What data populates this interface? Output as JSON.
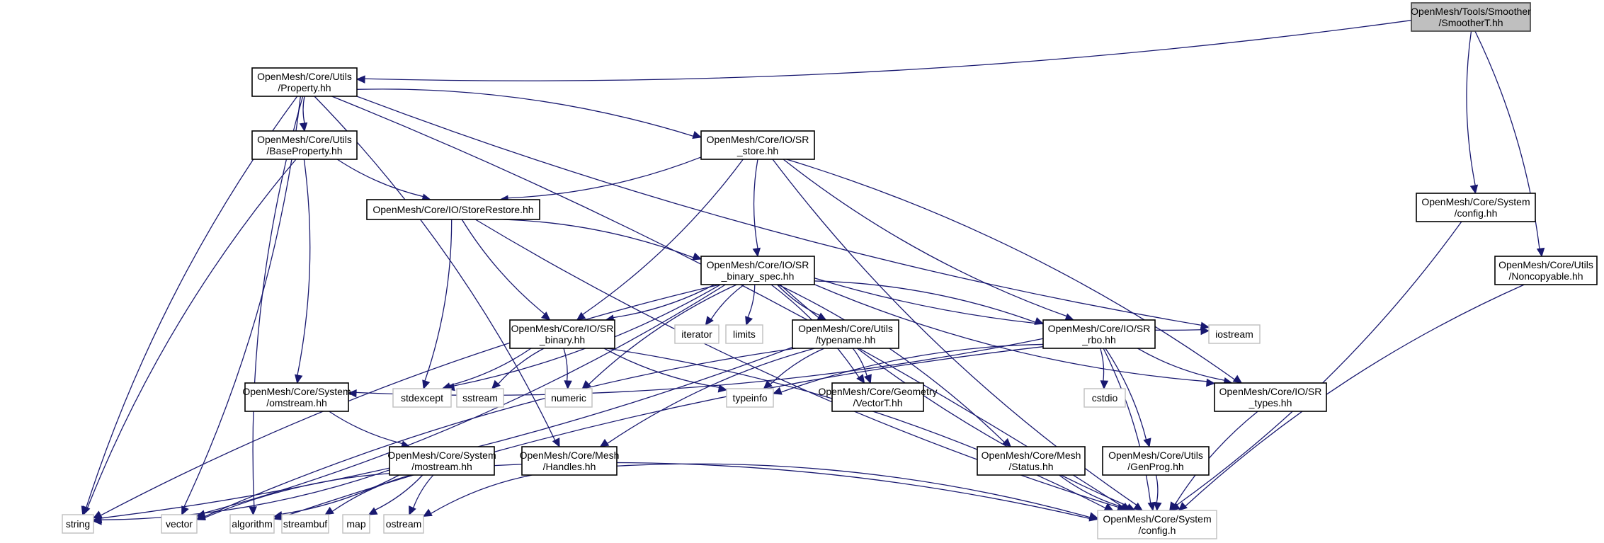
{
  "graph": {
    "title": "Include dependency graph for OpenMesh/Tools/Smoother/SmootherT.hh",
    "colors": {
      "edge": "#191970",
      "root_fill": "#bfbfbf",
      "node_border": "#000000",
      "external_border": "#bfbfbf"
    },
    "nodes": [
      {
        "id": "smoother",
        "lines": [
          "OpenMesh/Tools/Smoother",
          "/SmootherT.hh"
        ],
        "kind": "root"
      },
      {
        "id": "property",
        "lines": [
          "OpenMesh/Core/Utils",
          "/Property.hh"
        ],
        "kind": "documented"
      },
      {
        "id": "baseproperty",
        "lines": [
          "OpenMesh/Core/Utils",
          "/BaseProperty.hh"
        ],
        "kind": "documented"
      },
      {
        "id": "sr_store",
        "lines": [
          "OpenMesh/Core/IO/SR",
          "_store.hh"
        ],
        "kind": "documented"
      },
      {
        "id": "storerestore",
        "lines": [
          "OpenMesh/Core/IO/StoreRestore.hh"
        ],
        "kind": "documented"
      },
      {
        "id": "sr_binary_spec",
        "lines": [
          "OpenMesh/Core/IO/SR",
          "_binary_spec.hh"
        ],
        "kind": "documented"
      },
      {
        "id": "config_hh",
        "lines": [
          "OpenMesh/Core/System",
          "/config.hh"
        ],
        "kind": "documented"
      },
      {
        "id": "noncopyable",
        "lines": [
          "OpenMesh/Core/Utils",
          "/Noncopyable.hh"
        ],
        "kind": "documented"
      },
      {
        "id": "sr_binary",
        "lines": [
          "OpenMesh/Core/IO/SR",
          "_binary.hh"
        ],
        "kind": "documented"
      },
      {
        "id": "iterator",
        "lines": [
          "iterator"
        ],
        "kind": "external"
      },
      {
        "id": "limits",
        "lines": [
          "limits"
        ],
        "kind": "external"
      },
      {
        "id": "typename",
        "lines": [
          "OpenMesh/Core/Utils",
          "/typename.hh"
        ],
        "kind": "documented"
      },
      {
        "id": "sr_rbo",
        "lines": [
          "OpenMesh/Core/IO/SR",
          "_rbo.hh"
        ],
        "kind": "documented"
      },
      {
        "id": "iostream",
        "lines": [
          "iostream"
        ],
        "kind": "external"
      },
      {
        "id": "omstream",
        "lines": [
          "OpenMesh/Core/System",
          "/omstream.hh"
        ],
        "kind": "documented"
      },
      {
        "id": "stdexcept",
        "lines": [
          "stdexcept"
        ],
        "kind": "external"
      },
      {
        "id": "sstream",
        "lines": [
          "sstream"
        ],
        "kind": "external"
      },
      {
        "id": "numeric",
        "lines": [
          "numeric"
        ],
        "kind": "external"
      },
      {
        "id": "typeinfo",
        "lines": [
          "typeinfo"
        ],
        "kind": "external"
      },
      {
        "id": "vectort",
        "lines": [
          "OpenMesh/Core/Geometry",
          "/VectorT.hh"
        ],
        "kind": "documented"
      },
      {
        "id": "cstdio",
        "lines": [
          "cstdio"
        ],
        "kind": "external"
      },
      {
        "id": "sr_types",
        "lines": [
          "OpenMesh/Core/IO/SR",
          "_types.hh"
        ],
        "kind": "documented"
      },
      {
        "id": "mostream",
        "lines": [
          "OpenMesh/Core/System",
          "/mostream.hh"
        ],
        "kind": "documented"
      },
      {
        "id": "handles",
        "lines": [
          "OpenMesh/Core/Mesh",
          "/Handles.hh"
        ],
        "kind": "documented"
      },
      {
        "id": "status",
        "lines": [
          "OpenMesh/Core/Mesh",
          "/Status.hh"
        ],
        "kind": "documented"
      },
      {
        "id": "genprog",
        "lines": [
          "OpenMesh/Core/Utils",
          "/GenProg.hh"
        ],
        "kind": "documented"
      },
      {
        "id": "string",
        "lines": [
          "string"
        ],
        "kind": "external"
      },
      {
        "id": "vector",
        "lines": [
          "vector"
        ],
        "kind": "external"
      },
      {
        "id": "algorithm",
        "lines": [
          "algorithm"
        ],
        "kind": "external"
      },
      {
        "id": "streambuf",
        "lines": [
          "streambuf"
        ],
        "kind": "external"
      },
      {
        "id": "map",
        "lines": [
          "map"
        ],
        "kind": "external"
      },
      {
        "id": "ostream",
        "lines": [
          "ostream"
        ],
        "kind": "external"
      },
      {
        "id": "config_h",
        "lines": [
          "OpenMesh/Core/System",
          "/config.h"
        ],
        "kind": "external"
      }
    ],
    "edges": [
      [
        "smoother",
        "property"
      ],
      [
        "smoother",
        "config_hh"
      ],
      [
        "smoother",
        "noncopyable"
      ],
      [
        "property",
        "baseproperty"
      ],
      [
        "property",
        "sr_store"
      ],
      [
        "property",
        "string"
      ],
      [
        "property",
        "vector"
      ],
      [
        "property",
        "algorithm"
      ],
      [
        "property",
        "handles"
      ],
      [
        "property",
        "iostream"
      ],
      [
        "property",
        "config_h"
      ],
      [
        "baseproperty",
        "storerestore"
      ],
      [
        "baseproperty",
        "omstream"
      ],
      [
        "baseproperty",
        "string"
      ],
      [
        "sr_store",
        "storerestore"
      ],
      [
        "sr_store",
        "sr_binary_spec"
      ],
      [
        "sr_store",
        "sr_binary"
      ],
      [
        "sr_store",
        "sr_rbo"
      ],
      [
        "sr_store",
        "sr_types"
      ],
      [
        "sr_store",
        "config_h"
      ],
      [
        "storerestore",
        "sr_binary_spec"
      ],
      [
        "storerestore",
        "sr_binary"
      ],
      [
        "storerestore",
        "stdexcept"
      ],
      [
        "storerestore",
        "config_h"
      ],
      [
        "sr_binary_spec",
        "sr_binary"
      ],
      [
        "sr_binary_spec",
        "iterator"
      ],
      [
        "sr_binary_spec",
        "limits"
      ],
      [
        "sr_binary_spec",
        "typename"
      ],
      [
        "sr_binary_spec",
        "sr_rbo"
      ],
      [
        "sr_binary_spec",
        "iostream"
      ],
      [
        "sr_binary_spec",
        "stdexcept"
      ],
      [
        "sr_binary_spec",
        "numeric"
      ],
      [
        "sr_binary_spec",
        "vectort"
      ],
      [
        "sr_binary_spec",
        "sr_types"
      ],
      [
        "sr_binary_spec",
        "status"
      ],
      [
        "sr_binary_spec",
        "string"
      ],
      [
        "sr_binary_spec",
        "vector"
      ],
      [
        "sr_binary_spec",
        "config_h"
      ],
      [
        "config_hh",
        "config_h"
      ],
      [
        "noncopyable",
        "config_h"
      ],
      [
        "sr_binary",
        "stdexcept"
      ],
      [
        "sr_binary",
        "sstream"
      ],
      [
        "sr_binary",
        "numeric"
      ],
      [
        "sr_binary",
        "typeinfo"
      ],
      [
        "sr_binary",
        "config_h"
      ],
      [
        "typename",
        "typeinfo"
      ],
      [
        "typename",
        "vectort"
      ],
      [
        "typename",
        "handles"
      ],
      [
        "typename",
        "string"
      ],
      [
        "typename",
        "vector"
      ],
      [
        "sr_rbo",
        "omstream"
      ],
      [
        "sr_rbo",
        "typeinfo"
      ],
      [
        "sr_rbo",
        "cstdio"
      ],
      [
        "sr_rbo",
        "sr_types"
      ],
      [
        "sr_rbo",
        "genprog"
      ],
      [
        "sr_rbo",
        "algorithm"
      ],
      [
        "sr_rbo",
        "config_h"
      ],
      [
        "omstream",
        "mostream"
      ],
      [
        "mostream",
        "string"
      ],
      [
        "mostream",
        "vector"
      ],
      [
        "mostream",
        "algorithm"
      ],
      [
        "mostream",
        "streambuf"
      ],
      [
        "mostream",
        "map"
      ],
      [
        "mostream",
        "ostream"
      ],
      [
        "mostream",
        "config_h"
      ],
      [
        "handles",
        "ostream"
      ],
      [
        "handles",
        "config_h"
      ],
      [
        "status",
        "config_h"
      ],
      [
        "genprog",
        "config_h"
      ],
      [
        "sr_types",
        "config_h"
      ]
    ]
  }
}
